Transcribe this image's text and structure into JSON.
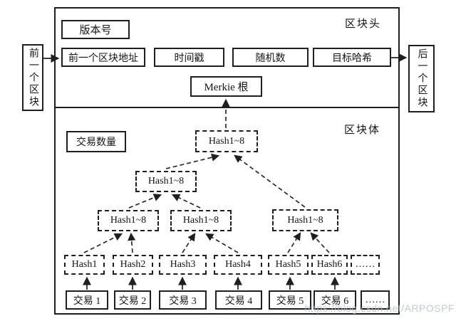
{
  "diagram": {
    "prev_block_label": "前一个区块",
    "next_block_label": "后一个区块",
    "header": {
      "section_label": "区块头",
      "version_label": "版本号",
      "prev_address_label": "前一个区块地址",
      "timestamp_label": "时间戳",
      "nonce_label": "随机数",
      "target_hash_label": "目标哈希",
      "merkle_root_label": "Merkie 根"
    },
    "body": {
      "section_label": "区块体",
      "tx_count_label": "交易数量",
      "merkle_tree": {
        "root": "Hash1~8",
        "level2": [
          "Hash1~8"
        ],
        "level3": [
          "Hash1~8",
          "Hash1~8",
          "Hash1~8"
        ],
        "leaf_hashes": [
          "Hash1",
          "Hash2",
          "Hash3",
          "Hash4",
          "Hash5",
          "Hash6",
          "……"
        ],
        "transactions": [
          "交易 1",
          "交易 2",
          "交易 3",
          "交易 4",
          "交易 5",
          "交易 6",
          "……"
        ]
      }
    }
  },
  "watermark": "https://blog.csdn.net/ARPOSPF",
  "colors": {
    "line": "#1f1f1f",
    "watermark": "#b3bcc6"
  }
}
